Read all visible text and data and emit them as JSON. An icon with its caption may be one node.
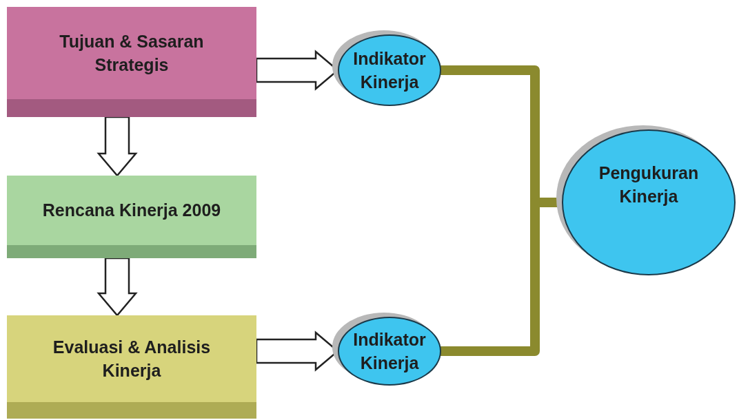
{
  "diagram": {
    "nodes": [
      {
        "text": [
          "Tujuan & Sasaran Strategis"
        ]
      },
      {
        "text": [
          "Rencana Kinerja 2009"
        ]
      },
      {
        "text": [
          "Evaluasi & Analisis Kinerja"
        ]
      },
      {
        "text": [
          "Indikator Kinerja"
        ]
      },
      {
        "text": [
          "Indikator Kinerja"
        ]
      },
      {
        "text": [
          "Pengukuran Kinerja"
        ]
      }
    ],
    "edges": [
      {
        "from": 0,
        "to": 3,
        "arrow": "to"
      },
      {
        "from": 0,
        "to": 1,
        "arrow": "to"
      },
      {
        "from": 1,
        "to": 2,
        "arrow": "to"
      },
      {
        "from": 2,
        "to": 4,
        "arrow": "to"
      },
      {
        "from": 3,
        "to": 5,
        "arrow": "none",
        "color": "#8b8a2e"
      },
      {
        "from": 4,
        "to": 5,
        "arrow": "none",
        "color": "#8b8a2e"
      }
    ]
  }
}
